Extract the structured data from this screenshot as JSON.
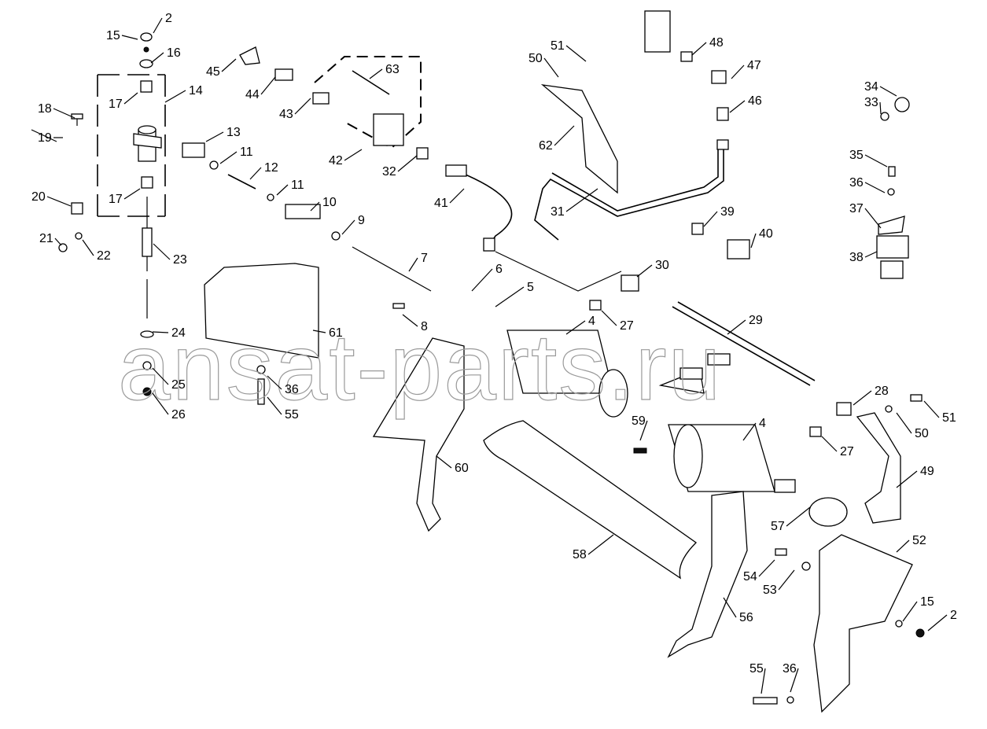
{
  "watermark": "ansat-parts.ru",
  "callouts": [
    {
      "id": "c2a",
      "text": "2"
    },
    {
      "id": "c15a",
      "text": "15"
    },
    {
      "id": "c16",
      "text": "16"
    },
    {
      "id": "c14",
      "text": "14"
    },
    {
      "id": "c17a",
      "text": "17"
    },
    {
      "id": "c18",
      "text": "18"
    },
    {
      "id": "c19",
      "text": "19"
    },
    {
      "id": "c13",
      "text": "13"
    },
    {
      "id": "c11a",
      "text": "11"
    },
    {
      "id": "c12",
      "text": "12"
    },
    {
      "id": "c11b",
      "text": "11"
    },
    {
      "id": "c17b",
      "text": "17"
    },
    {
      "id": "c20",
      "text": "20"
    },
    {
      "id": "c21",
      "text": "21"
    },
    {
      "id": "c22",
      "text": "22"
    },
    {
      "id": "c23",
      "text": "23"
    },
    {
      "id": "c10",
      "text": "10"
    },
    {
      "id": "c9",
      "text": "9"
    },
    {
      "id": "c45",
      "text": "45"
    },
    {
      "id": "c44",
      "text": "44"
    },
    {
      "id": "c43",
      "text": "43"
    },
    {
      "id": "c63",
      "text": "63"
    },
    {
      "id": "c42",
      "text": "42"
    },
    {
      "id": "c32",
      "text": "32"
    },
    {
      "id": "c41",
      "text": "41"
    },
    {
      "id": "c7",
      "text": "7"
    },
    {
      "id": "c6",
      "text": "6"
    },
    {
      "id": "c5",
      "text": "5"
    },
    {
      "id": "c8",
      "text": "8"
    },
    {
      "id": "c4a",
      "text": "4"
    },
    {
      "id": "c27a",
      "text": "27"
    },
    {
      "id": "c30",
      "text": "30"
    },
    {
      "id": "c29",
      "text": "29"
    },
    {
      "id": "c51a",
      "text": "51"
    },
    {
      "id": "c50a",
      "text": "50"
    },
    {
      "id": "c62",
      "text": "62"
    },
    {
      "id": "c31",
      "text": "31"
    },
    {
      "id": "c48",
      "text": "48"
    },
    {
      "id": "c47",
      "text": "47"
    },
    {
      "id": "c46",
      "text": "46"
    },
    {
      "id": "c39",
      "text": "39"
    },
    {
      "id": "c40",
      "text": "40"
    },
    {
      "id": "c34",
      "text": "34"
    },
    {
      "id": "c33",
      "text": "33"
    },
    {
      "id": "c35",
      "text": "35"
    },
    {
      "id": "c36a",
      "text": "36"
    },
    {
      "id": "c37",
      "text": "37"
    },
    {
      "id": "c38",
      "text": "38"
    },
    {
      "id": "c61",
      "text": "61"
    },
    {
      "id": "c24",
      "text": "24"
    },
    {
      "id": "c25",
      "text": "25"
    },
    {
      "id": "c26",
      "text": "26"
    },
    {
      "id": "c36b",
      "text": "36"
    },
    {
      "id": "c55a",
      "text": "55"
    },
    {
      "id": "c60",
      "text": "60"
    },
    {
      "id": "c59",
      "text": "59"
    },
    {
      "id": "c58",
      "text": "58"
    },
    {
      "id": "c4b",
      "text": "4"
    },
    {
      "id": "c28",
      "text": "28"
    },
    {
      "id": "c27b",
      "text": "27"
    },
    {
      "id": "c51b",
      "text": "51"
    },
    {
      "id": "c50b",
      "text": "50"
    },
    {
      "id": "c49",
      "text": "49"
    },
    {
      "id": "c57",
      "text": "57"
    },
    {
      "id": "c52",
      "text": "52"
    },
    {
      "id": "c54",
      "text": "54"
    },
    {
      "id": "c53",
      "text": "53"
    },
    {
      "id": "c56",
      "text": "56"
    },
    {
      "id": "c15b",
      "text": "15"
    },
    {
      "id": "c2b",
      "text": "2"
    },
    {
      "id": "c55b",
      "text": "55"
    },
    {
      "id": "c36c",
      "text": "36"
    }
  ]
}
